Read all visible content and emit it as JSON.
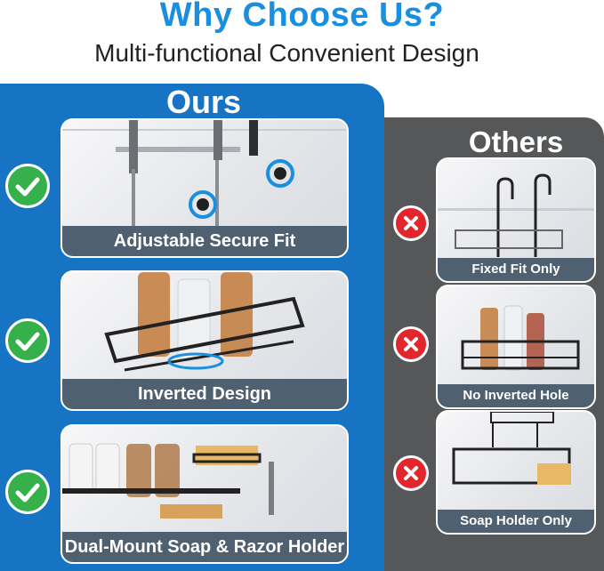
{
  "header": {
    "title": "Why Choose Us?",
    "subtitle": "Multi-functional Convenient Design"
  },
  "ours": {
    "label": "Ours",
    "items": [
      {
        "caption": "Adjustable Secure Fit",
        "icon": "green-check-icon"
      },
      {
        "caption": "Inverted Design",
        "icon": "green-check-icon"
      },
      {
        "caption": "Dual-Mount Soap & Razor Holder",
        "icon": "green-check-icon"
      }
    ]
  },
  "others": {
    "label": "Others",
    "items": [
      {
        "caption": "Fixed Fit Only",
        "icon": "red-x-icon"
      },
      {
        "caption": "No Inverted Hole",
        "icon": "red-x-icon"
      },
      {
        "caption": "Soap Holder Only",
        "icon": "red-x-icon"
      }
    ]
  },
  "colors": {
    "title_blue": "#1a8fe0",
    "ours_panel": "#1774c4",
    "others_panel": "#555759",
    "caption_bar": "#4f6070",
    "check_green": "#35b04a",
    "x_red": "#e3262e"
  }
}
